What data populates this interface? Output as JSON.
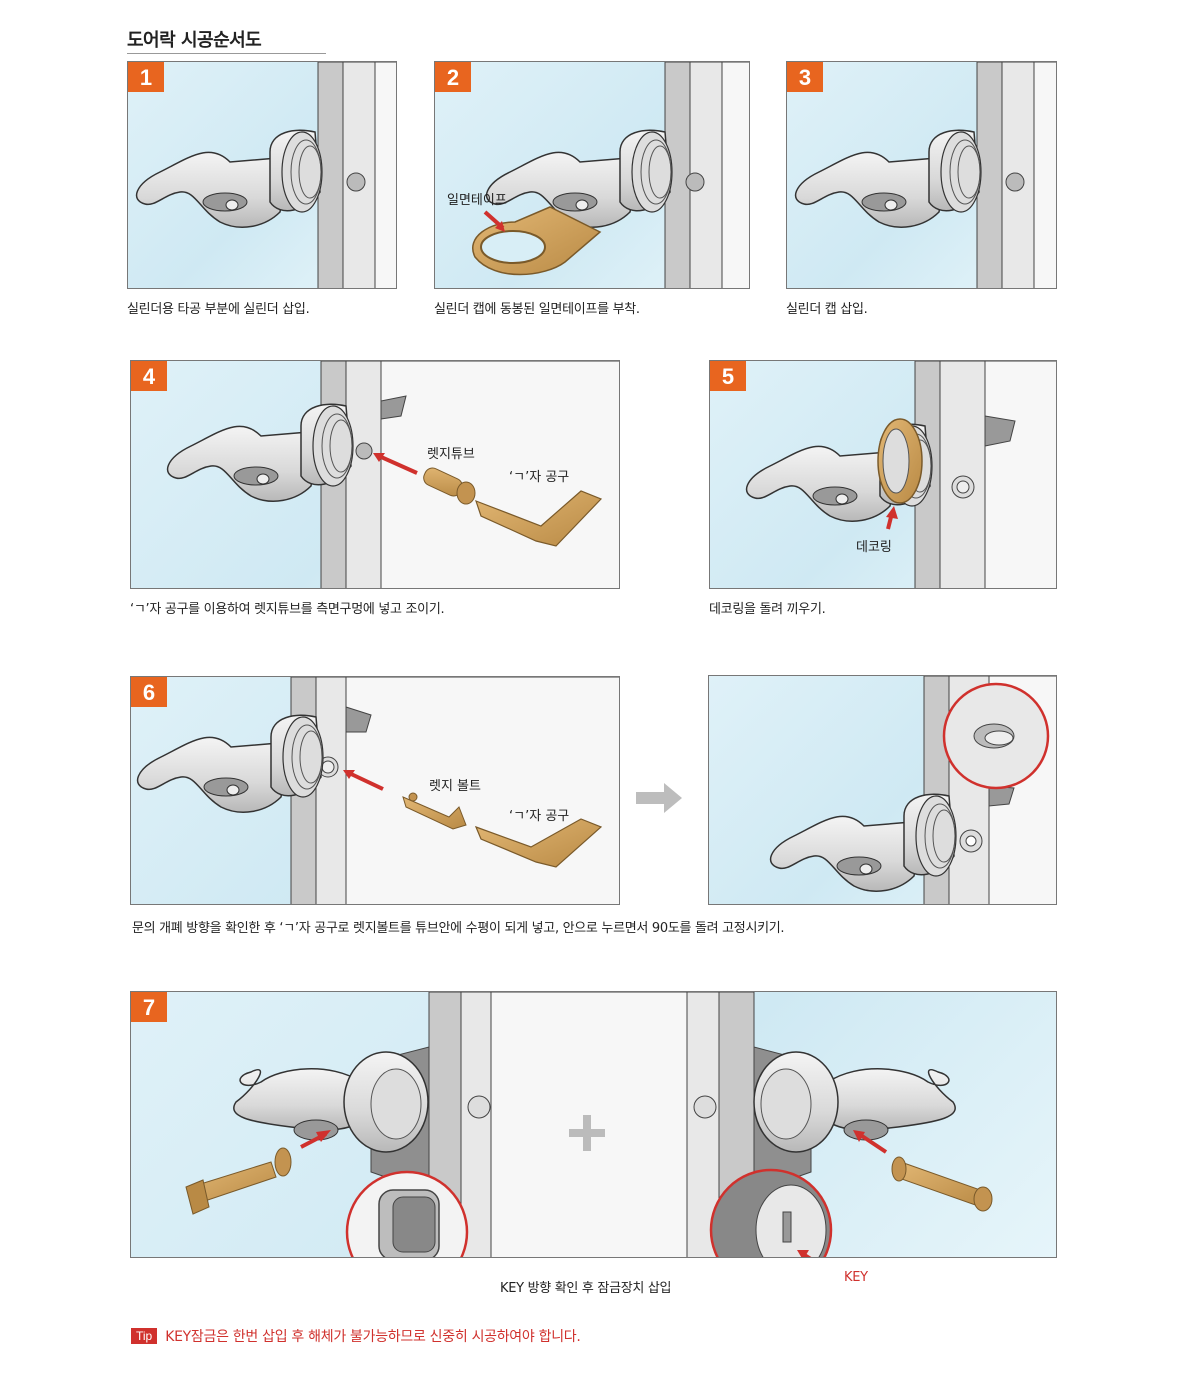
{
  "title": "도어락 시공순서도",
  "steps": [
    {
      "num": "1",
      "caption": "실린더용 타공 부분에 실린더 삽입."
    },
    {
      "num": "2",
      "caption": "실린더 캡에 동봉된 일면테이프를 부착.",
      "label": "일면테이프"
    },
    {
      "num": "3",
      "caption": "실린더 캡 삽입."
    },
    {
      "num": "4",
      "caption": "‘ㄱ’자 공구를 이용하여 렛지튜브를 측면구멍에 넣고 조이기.",
      "label_tube": "렛지튜브",
      "label_tool": "‘ㄱ’자 공구"
    },
    {
      "num": "5",
      "caption": "데코링을 돌려 끼우기.",
      "label": "데코링"
    },
    {
      "num": "6",
      "caption": "문의 개폐 방향을 확인한 후 ‘ㄱ’자 공구로  렛지볼트를 튜브안에 수평이 되게 넣고, 안으로 누르면서 90도를 돌려 고정시키기.",
      "label_bolt": "렛지 볼트",
      "label_tool": "‘ㄱ’자 공구"
    },
    {
      "num": "7",
      "caption": "KEY 방향 확인 후 잠금장치 삽입",
      "label_key": "KEY"
    }
  ],
  "tip": {
    "badge": "Tip",
    "text": "KEY잠금은 한번 삽입 후 해체가 불가능하므로 신중히 시공하여야 합니다."
  },
  "colors": {
    "accent": "#e8651f",
    "red": "#d0312d",
    "brass": "#d4a55e",
    "glass": "#d8eef6"
  }
}
